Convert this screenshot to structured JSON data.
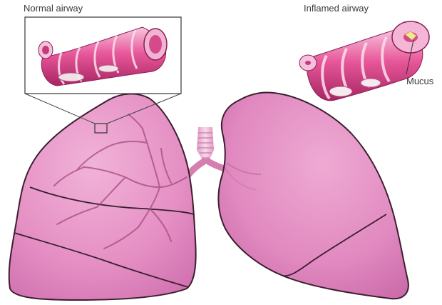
{
  "labels": {
    "normal_airway": "Normal airway",
    "inflamed_airway": "Inflamed airway",
    "mucus": "Mucus"
  },
  "colors": {
    "lung_fill": "#e58fc4",
    "lung_outline": "#3b1f2f",
    "airway_pink": "#e8589a",
    "airway_light": "#f4b6d6",
    "airway_dark": "#b9306f",
    "mucus": "#f3e79a",
    "label_text": "#3a3a3a"
  }
}
